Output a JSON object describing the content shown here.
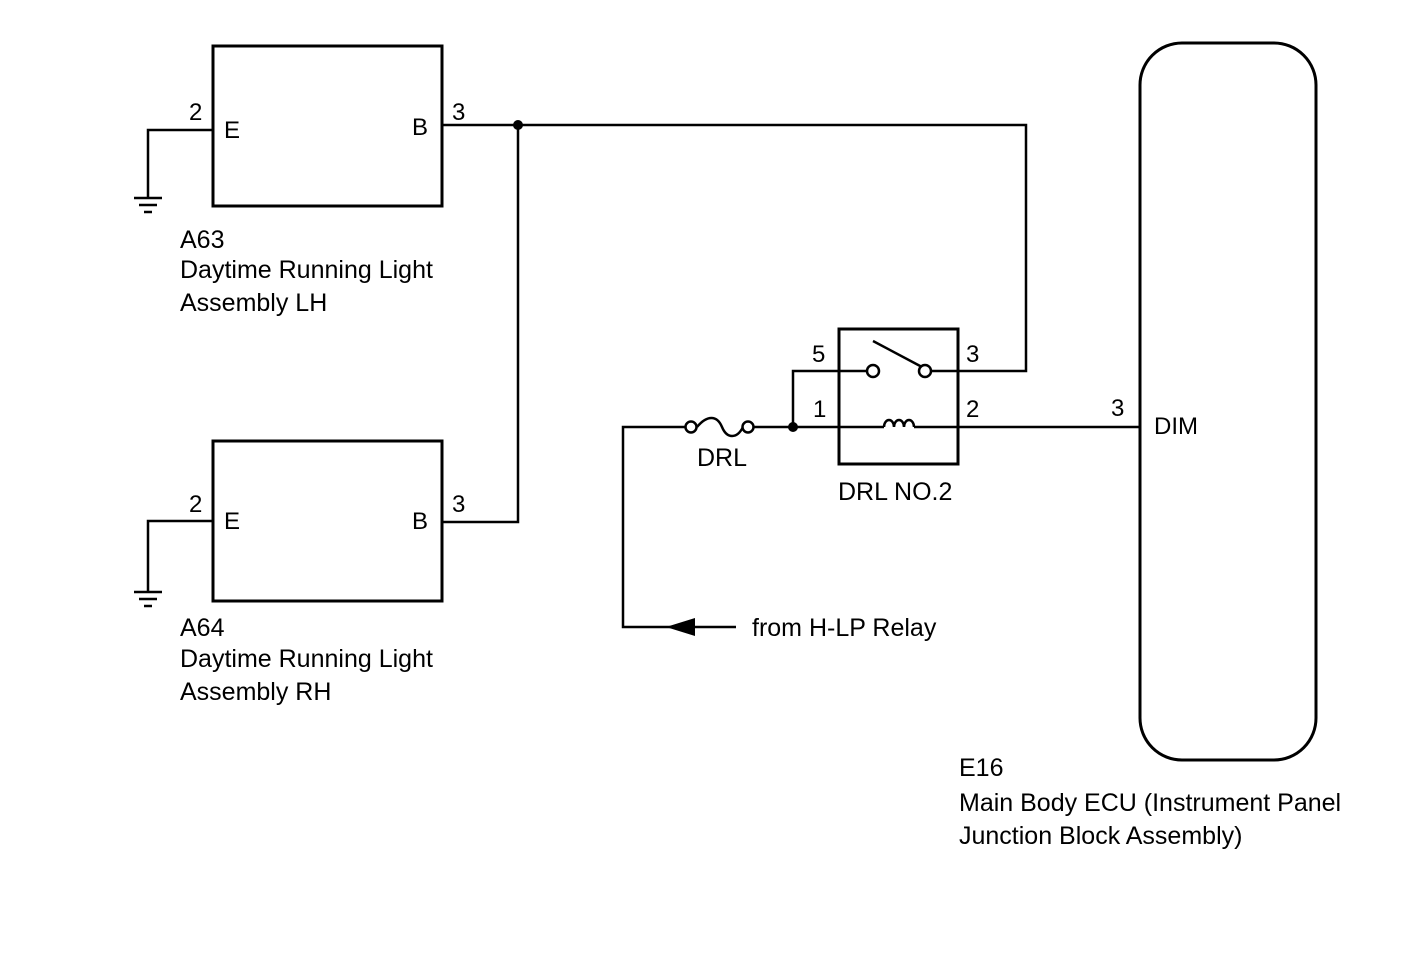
{
  "components": {
    "a63": {
      "code": "A63",
      "name_line1": "Daytime Running Light",
      "name_line2": "Assembly LH",
      "pin_e": "2",
      "term_e": "E",
      "pin_b": "3",
      "term_b": "B"
    },
    "a64": {
      "code": "A64",
      "name_line1": "Daytime Running Light",
      "name_line2": "Assembly RH",
      "pin_e": "2",
      "term_e": "E",
      "pin_b": "3",
      "term_b": "B"
    },
    "relay": {
      "name": "DRL NO.2",
      "pin_5": "5",
      "pin_3": "3",
      "pin_1": "1",
      "pin_2": "2"
    },
    "fuse": {
      "name": "DRL"
    },
    "ecu": {
      "code": "E16",
      "name_line1": "Main Body ECU (Instrument Panel",
      "name_line2": "Junction Block Assembly)",
      "pin": "3",
      "terminal": "DIM"
    }
  },
  "source_label": "from H-LP Relay"
}
